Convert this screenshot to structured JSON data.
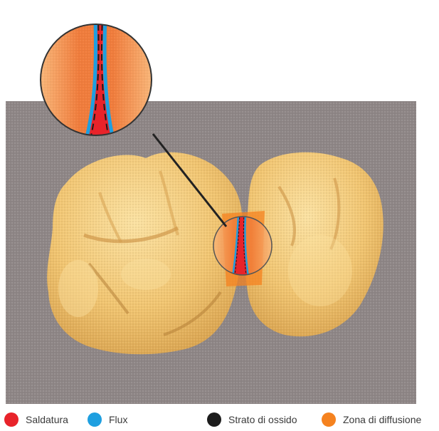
{
  "legend": [
    {
      "label": "Saldatura",
      "color": "#e8232a"
    },
    {
      "label": "Flux",
      "color": "#1e9fe0"
    },
    {
      "label": "Strato di ossido",
      "color": "#1c1c1c"
    },
    {
      "label": "Zona di diffusione",
      "color": "#f5821f"
    }
  ],
  "colors": {
    "background_panel": "#8d8585",
    "tooth": "#f2c46c",
    "solder": "#e8232a",
    "flux": "#1e9fe0",
    "oxide": "#1c1c1c",
    "diffusion": "#f5821f"
  }
}
